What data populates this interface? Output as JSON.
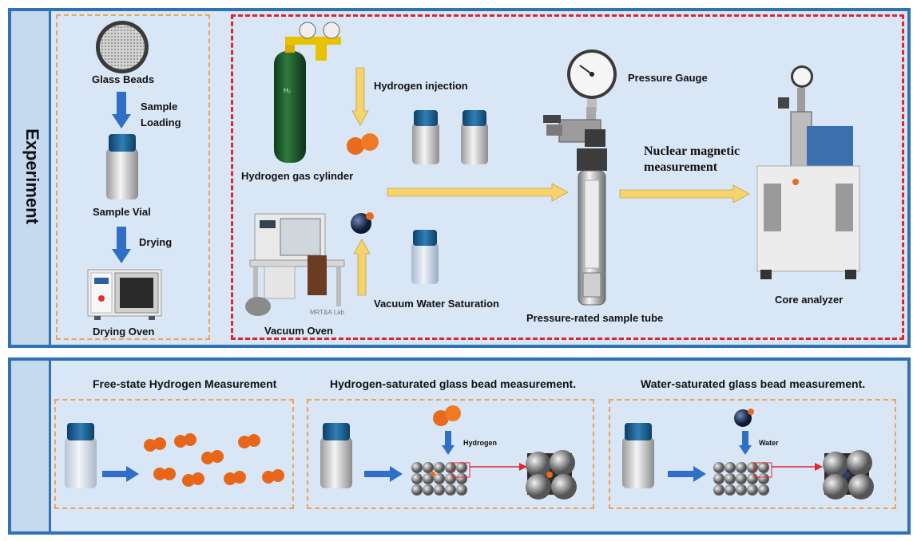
{
  "experiment_label": "Experiment",
  "prep": {
    "glass_beads": "Glass Beads",
    "sample_loading": "Sample\nLoading",
    "sample_vial": "Sample Vial",
    "drying": "Drying",
    "drying_oven": "Drying Oven"
  },
  "setup": {
    "hydrogen_injection": "Hydrogen injection",
    "hydrogen_cylinder": "Hydrogen gas cylinder",
    "vacuum_oven": "Vacuum Oven",
    "vacuum_water_saturation": "Vacuum Water Saturation",
    "oven_watermark": "MRT&A Lab",
    "pressure_gauge": "Pressure Gauge",
    "pressure_tube": "Pressure-rated sample tube",
    "nmr": "Nuclear magnetic\nmeasurement",
    "core_analyzer": "Core analyzer"
  },
  "measurements": {
    "free_state": "Free-state Hydrogen Measurement",
    "hydrogen_saturated": "Hydrogen-saturated glass bead measurement.",
    "water_saturated": "Water-saturated glass bead measurement.",
    "hydrogen_tag": "Hydrogen",
    "water_tag": "Water"
  },
  "colors": {
    "panel_border": "#2f73b5",
    "panel_fill": "#d9e6f6",
    "orange_dash": "#f2a15a",
    "red_dash": "#e0262d",
    "yellow_arrow": "#f6d36b",
    "blue_arrow": "#2f6fc5",
    "hydrogen_molecule": "#e86a1c"
  }
}
